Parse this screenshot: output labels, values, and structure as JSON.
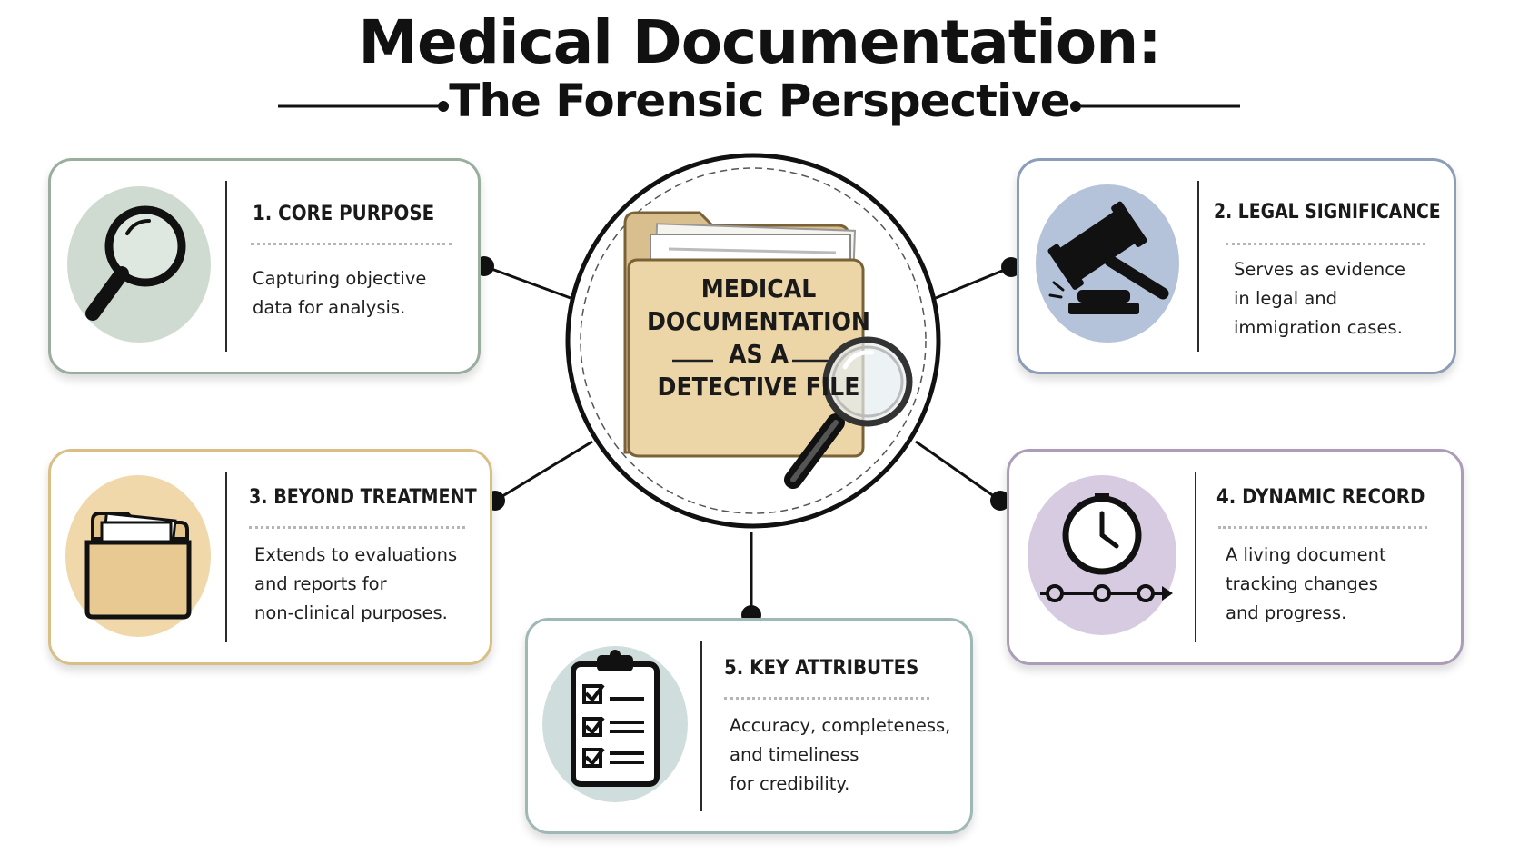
{
  "title": "Medical Documentation:",
  "subtitle": "The Forensic Perspective",
  "center": {
    "line1": "MEDICAL",
    "line2": "DOCUMENTATION",
    "line3": "AS A",
    "line4": "DETECTIVE FILE"
  },
  "cards": [
    {
      "title": "1. CORE PURPOSE",
      "body": [
        "Capturing objective",
        "data for analysis."
      ],
      "icon": "magnifying-glass-icon",
      "border_color": "#9aad9f",
      "circle_color": "#cfdbd0"
    },
    {
      "title": "2. LEGAL SIGNIFICANCE",
      "body": [
        "Serves as evidence",
        "in legal and",
        "immigration cases."
      ],
      "icon": "gavel-icon",
      "border_color": "#8d9db8",
      "circle_color": "#b4c2da"
    },
    {
      "title": "3. BEYOND TREATMENT",
      "body": [
        "Extends to evaluations",
        "and reports for",
        "non-clinical purposes."
      ],
      "icon": "folder-icon",
      "border_color": "#d9bf86",
      "circle_color": "#f1d8ab"
    },
    {
      "title": "4. DYNAMIC RECORD",
      "body": [
        "A living document",
        "tracking changes",
        "and progress."
      ],
      "icon": "clock-timeline-icon",
      "border_color": "#ab9cb8",
      "circle_color": "#d6cbe0"
    },
    {
      "title": "5. KEY ATTRIBUTES",
      "body": [
        "Accuracy, completeness,",
        "and timeliness",
        "for credibility."
      ],
      "icon": "checklist-clipboard-icon",
      "border_color": "#9fb8b6",
      "circle_color": "#cfdedd"
    }
  ]
}
